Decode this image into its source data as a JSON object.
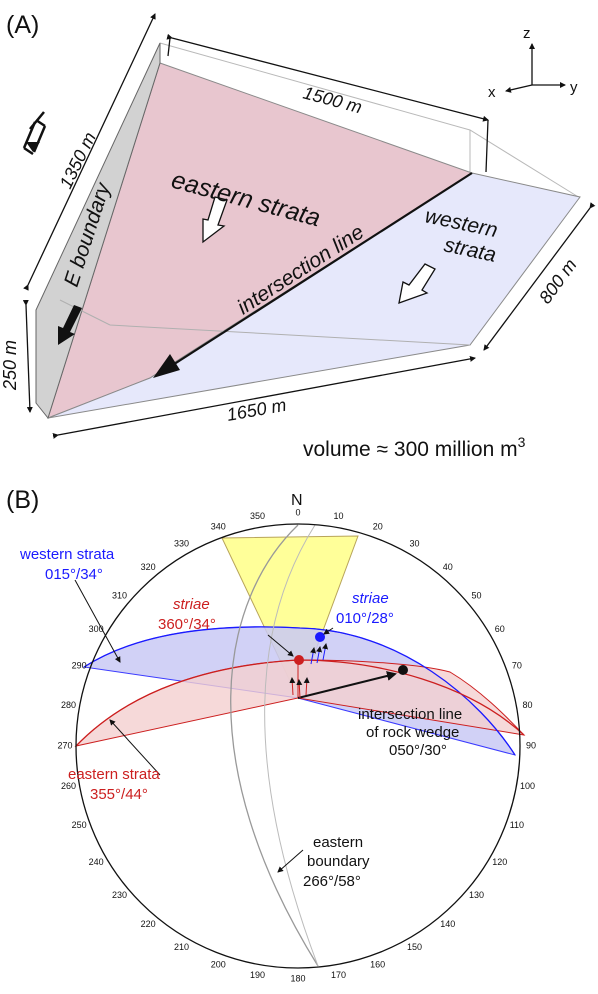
{
  "panel_a": {
    "label": "(A)",
    "axes": {
      "z": "z",
      "x": "x",
      "y": "y"
    },
    "dim_top": "1500 m",
    "dim_left": "1350 m",
    "dim_height": "250 m",
    "dim_bottom": "1650 m",
    "dim_right": "800 m",
    "eastern_strata": "eastern strata",
    "western_strata_1": "western",
    "western_strata_2": "strata",
    "intersection_line": "intersection line",
    "boundary": "E boundary",
    "volume": "volume ≈ 300 million m",
    "volume_exp": "3",
    "colors": {
      "eastern": "#e8c6cf",
      "western": "#e6e8fb",
      "side": "#d2d2d2"
    }
  },
  "panel_b": {
    "label": "(B)",
    "north": "N",
    "degree_labels": [
      "0",
      "10",
      "20",
      "30",
      "40",
      "50",
      "60",
      "70",
      "80",
      "90",
      "100",
      "110",
      "120",
      "130",
      "140",
      "150",
      "160",
      "170",
      "180",
      "190",
      "200",
      "210",
      "220",
      "230",
      "240",
      "250",
      "260",
      "270",
      "280",
      "290",
      "300",
      "310",
      "320",
      "330",
      "340",
      "350"
    ],
    "western_strata": {
      "name": "western strata",
      "orient": "015°/34°",
      "color": "#1a1aff"
    },
    "striae_red": {
      "name": "striae",
      "orient": "360°/34°",
      "color": "#cc1f1f"
    },
    "striae_blue": {
      "name": "striae",
      "orient": "010°/28°",
      "color": "#1a1aff"
    },
    "intersection": {
      "line1": "intersection line",
      "line2": "of rock wedge",
      "orient": "050°/30°"
    },
    "eastern_strata": {
      "name": "eastern strata",
      "orient": "355°/44°",
      "color": "#cc1f1f"
    },
    "eastern_boundary": {
      "line1": "eastern",
      "line2": "boundary",
      "orient": "266°/58°"
    },
    "colors": {
      "yellow": "#ffff99",
      "blue_fill": "#c9c9f5",
      "red_fill": "#f4cfcf"
    }
  }
}
